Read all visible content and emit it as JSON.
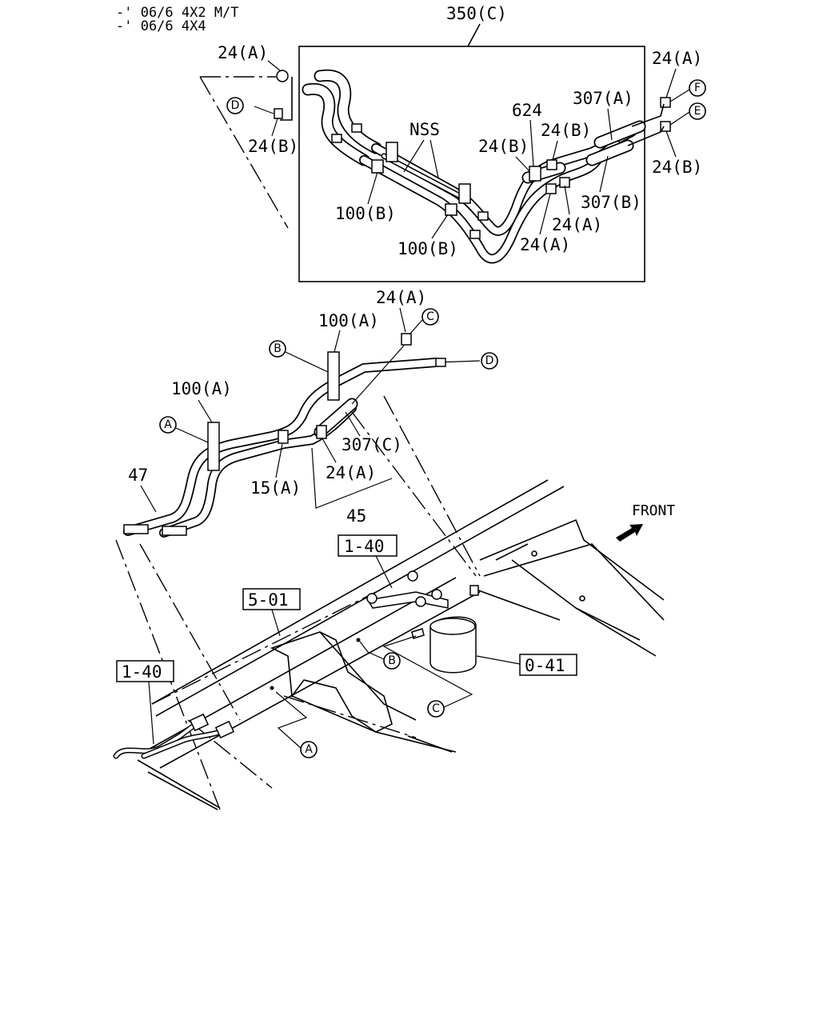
{
  "header": {
    "line1": "-' 06/6 4X2 M/T",
    "line2": "-' 06/6 4X4"
  },
  "inset": {
    "title": "350(C)"
  },
  "front_label": "FRONT",
  "labels": {
    "l_24a_1": "24(A)",
    "l_24b_1": "24(B)",
    "l_24a_2": "24(A)",
    "l_24b_2": "24(B)",
    "l_nss": "NSS",
    "l_624": "624",
    "l_24b_3": "24(B)",
    "l_24b_4": "24(B)",
    "l_307a": "307(A)",
    "l_307b": "307(B)",
    "l_24a_3": "24(A)",
    "l_24a_4": "24(A)",
    "l_100b_1": "100(B)",
    "l_100b_2": "100(B)",
    "l_24a_5": "24(A)",
    "l_100a_1": "100(A)",
    "l_100a_2": "100(A)",
    "l_307c": "307(C)",
    "l_47": "47",
    "l_15a": "15(A)",
    "l_24a_6": "24(A)",
    "l_45": "45"
  },
  "boxed_refs": {
    "r_140_top": "1-40",
    "r_501": "5-01",
    "r_140_left": "1-40",
    "r_041": "0-41"
  },
  "callouts": {
    "c_D_inset": "D",
    "c_F": "F",
    "c_E": "E",
    "c_C_top": "C",
    "c_B_top": "B",
    "c_D_main": "D",
    "c_A_top": "A",
    "c_B_bottom": "B",
    "c_C_bottom": "C",
    "c_A_bottom": "A"
  }
}
